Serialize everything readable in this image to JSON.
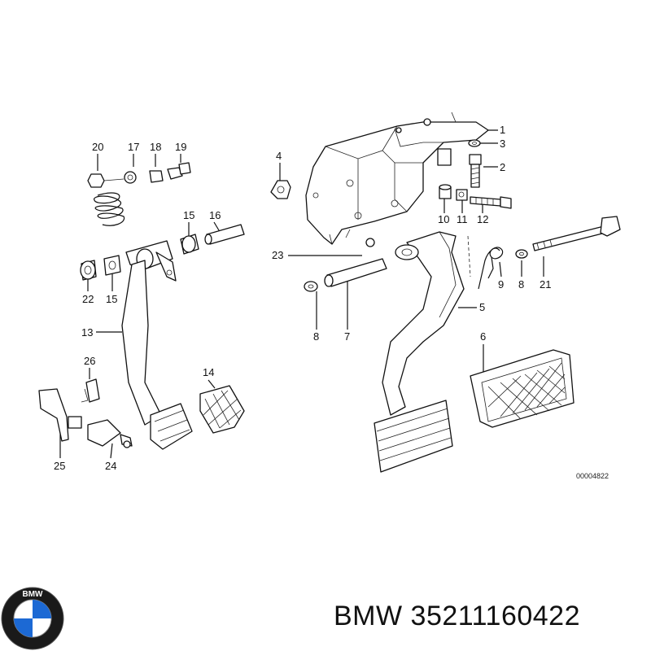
{
  "diagram": {
    "part_code": "00004822",
    "callouts": [
      "1",
      "2",
      "3",
      "4",
      "5",
      "6",
      "7",
      "8",
      "8",
      "9",
      "10",
      "11",
      "12",
      "13",
      "14",
      "15",
      "15",
      "16",
      "17",
      "18",
      "19",
      "20",
      "21",
      "22",
      "23",
      "24",
      "25",
      "26"
    ]
  },
  "footer": {
    "brand": "BMW",
    "part_number": "35211160422",
    "text": "BMW 35211160422",
    "logo_letters": "BMW",
    "logo_colors": {
      "ring": "#1a1a1a",
      "blue": "#1c69d4",
      "white": "#ffffff"
    }
  }
}
